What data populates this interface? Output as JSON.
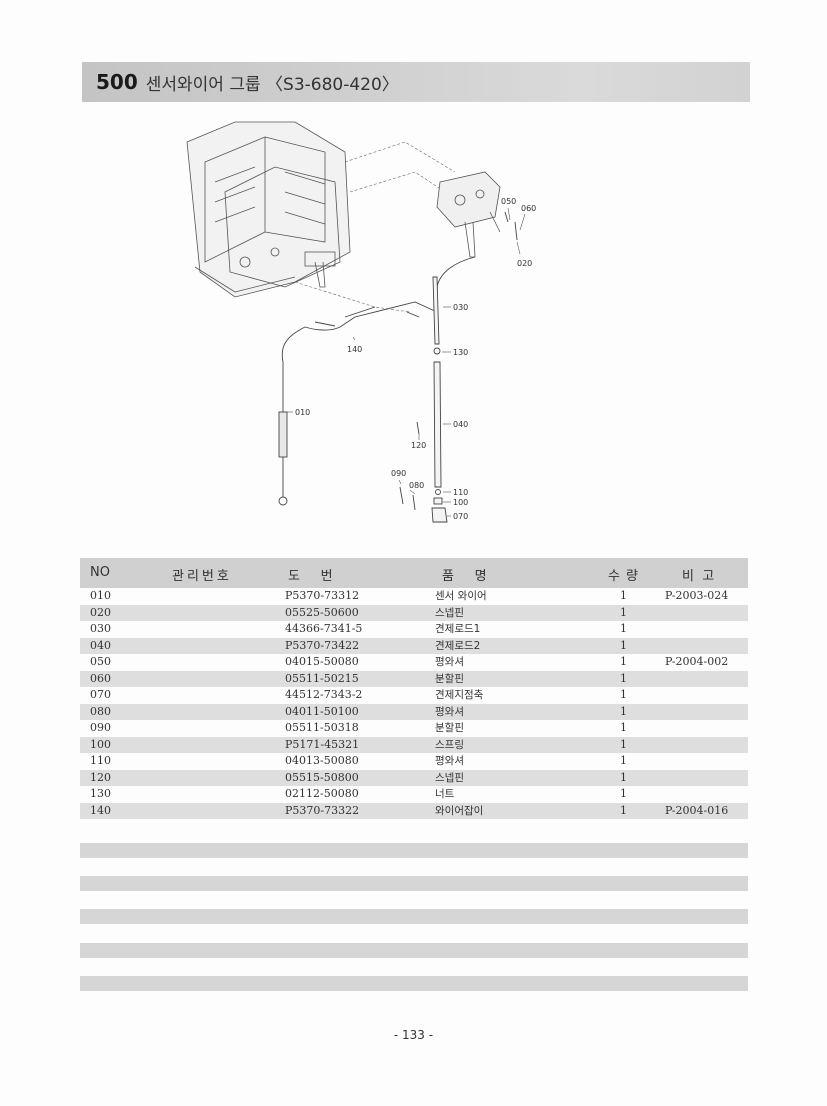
{
  "header": {
    "number": "500",
    "title": "센서와이어 그룹 〈S3-680-420〉"
  },
  "diagram": {
    "callouts": [
      "050",
      "060",
      "020",
      "030",
      "130",
      "140",
      "010",
      "040",
      "120",
      "090",
      "080",
      "110",
      "100",
      "070"
    ]
  },
  "table": {
    "columns": {
      "no": "NO",
      "mgmt": "관리번호",
      "drawing": "도     번",
      "name": "품     명",
      "qty": "수량",
      "note": "비  고"
    },
    "rows": [
      {
        "no": "010",
        "part": "P5370-73312",
        "name": "센서 와이어",
        "qty": "1",
        "note": "P-2003-024"
      },
      {
        "no": "020",
        "part": "05525-50600",
        "name": "스넵핀",
        "qty": "1",
        "note": ""
      },
      {
        "no": "030",
        "part": "44366-7341-5",
        "name": "견제로드1",
        "qty": "1",
        "note": ""
      },
      {
        "no": "040",
        "part": "P5370-73422",
        "name": "견제로드2",
        "qty": "1",
        "note": ""
      },
      {
        "no": "050",
        "part": "04015-50080",
        "name": "평와셔",
        "qty": "1",
        "note": "P-2004-002"
      },
      {
        "no": "060",
        "part": "05511-50215",
        "name": "분할핀",
        "qty": "1",
        "note": ""
      },
      {
        "no": "070",
        "part": "44512-7343-2",
        "name": "견제지점축",
        "qty": "1",
        "note": ""
      },
      {
        "no": "080",
        "part": "04011-50100",
        "name": "평와셔",
        "qty": "1",
        "note": ""
      },
      {
        "no": "090",
        "part": "05511-50318",
        "name": "분할핀",
        "qty": "1",
        "note": ""
      },
      {
        "no": "100",
        "part": "P5171-45321",
        "name": "스프링",
        "qty": "1",
        "note": ""
      },
      {
        "no": "110",
        "part": "04013-50080",
        "name": "평와셔",
        "qty": "1",
        "note": ""
      },
      {
        "no": "120",
        "part": "05515-50800",
        "name": "스넵핀",
        "qty": "1",
        "note": ""
      },
      {
        "no": "130",
        "part": "02112-50080",
        "name": "너트",
        "qty": "1",
        "note": ""
      },
      {
        "no": "140",
        "part": "P5370-73322",
        "name": "와이어잡이",
        "qty": "1",
        "note": "P-2004-016"
      }
    ]
  },
  "footer": {
    "page": "- 133 -"
  }
}
